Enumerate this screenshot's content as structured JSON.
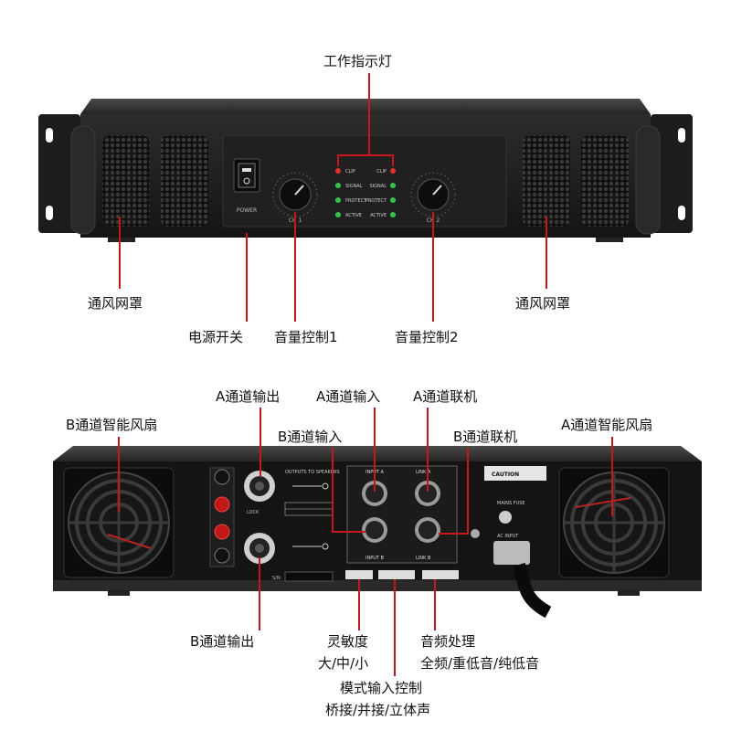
{
  "front": {
    "labels": {
      "indicator": "工作指示灯",
      "vent_left": "通风网罩",
      "vent_right": "通风网罩",
      "power_switch": "电源开关",
      "volume1": "音量控制1",
      "volume2": "音量控制2"
    },
    "panel_text": {
      "power": "POWER",
      "ch1": "CH 1",
      "ch2": "CH 2",
      "led_rows": [
        "CLIP",
        "SIGNAL",
        "PROTECT",
        "ACTIVE"
      ]
    }
  },
  "rear": {
    "labels": {
      "a_out": "A通道输出",
      "a_in": "A通道输入",
      "a_link": "A通道联机",
      "b_fan": "B通道智能风扇",
      "a_fan": "A通道智能风扇",
      "b_in": "B通道输入",
      "b_link": "B通道联机",
      "b_out": "B通道输出",
      "sensitivity": "灵敏度",
      "sensitivity_opts": "大/中/小",
      "audio_proc": "音频处理",
      "audio_proc_opts": "全频/重低音/纯低音",
      "mode": "模式输入控制",
      "mode_opts": "桥接/并接/立体声"
    },
    "panel_text": {
      "outputs": "OUTPUTS TO SPEAKERS",
      "input_a": "INPUT A",
      "input_b": "INPUT B",
      "link_a": "LINK A",
      "link_b": "LINK B",
      "caution": "CAUTION",
      "mains": "MAINS FUSE",
      "ac_input": "AC INPUT",
      "sn": "S/N:",
      "lock": "LOCK"
    }
  },
  "colors": {
    "callout": "#c8161d",
    "chassis": "#1a1a1a",
    "panel": "#262626"
  }
}
